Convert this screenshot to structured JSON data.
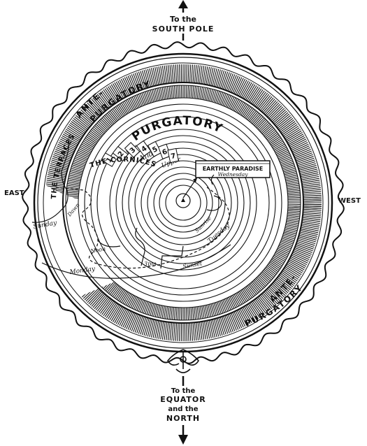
{
  "top_arrow": {
    "line1": "To the",
    "line2": "SOUTH POLE"
  },
  "bottom_arrow": {
    "line1": "To the",
    "line2": "EQUATOR",
    "line3": "and the",
    "line4": "NORTH"
  },
  "compass": {
    "east": "EAST",
    "west": "WEST"
  },
  "ante_purgatory_upper": {
    "line1": "ANTE-",
    "line2": "PURGATORY"
  },
  "ante_purgatory_lower": {
    "line1": "ANTE-",
    "line2": "PURGATORY"
  },
  "title": "PURGATORY",
  "terraces": {
    "word1": "THE",
    "word2": "TERRACES"
  },
  "cornices_label": "THE CORNICES",
  "cornice_numbers": [
    "1",
    "2",
    "3",
    "4",
    "5",
    "6",
    "7"
  ],
  "divisions": {
    "lower": "Lower",
    "middle": "Middle",
    "upper": "Upper"
  },
  "earthly_paradise": {
    "line1": "EARTHLY PARADISE",
    "line2": "Wednesday"
  },
  "path_labels": {
    "sunday": "Sunday",
    "monday": "Monday",
    "tuesday": "Tuesday",
    "sunset": "Sunset",
    "noon": "Noon",
    "sunrise": "Sunrise",
    "three_pm": "3pm",
    "dawn": "Dawn"
  },
  "colors": {
    "ink": "#111111",
    "paper": "#ffffff"
  }
}
